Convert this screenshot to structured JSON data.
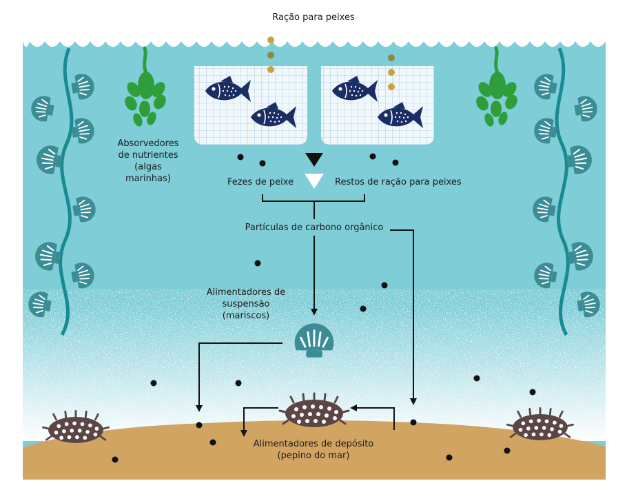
{
  "title": "Ração para peixes",
  "labels": {
    "nutrient_absorbers": [
      "Absorvedores",
      "de nutrientes",
      "(algas",
      "marinhas)"
    ],
    "fish_feces": "Fezes de peixe",
    "feed_remains": "Restos de ração para peixes",
    "organic_carbon": "Partículas de carbono orgânico",
    "suspension_feeders": [
      "Alimentadores de",
      "suspensão",
      "(mariscos)"
    ],
    "deposit_feeders": [
      "Alimentadores de depósito",
      "(pepino do mar)"
    ]
  },
  "colors": {
    "water": "#7ecdd7",
    "wave": "#ffffff",
    "sand": "#d2a462",
    "fish": "#1a2e64",
    "net": "#e9f4fb",
    "kelp": "#1a8a92",
    "shell": "#3b8c95",
    "seaweed": "#2e9e3a",
    "sea_cucumber": "#5b4645",
    "particle": "#111111",
    "feed_pellet_1": "#c9a33c",
    "feed_pellet_2": "#8b8b3a"
  },
  "icons": [
    "fish-icon",
    "net-cage-icon",
    "seaweed-icon",
    "kelp-icon",
    "shell-icon",
    "sea-cucumber-icon",
    "particle-dot"
  ]
}
